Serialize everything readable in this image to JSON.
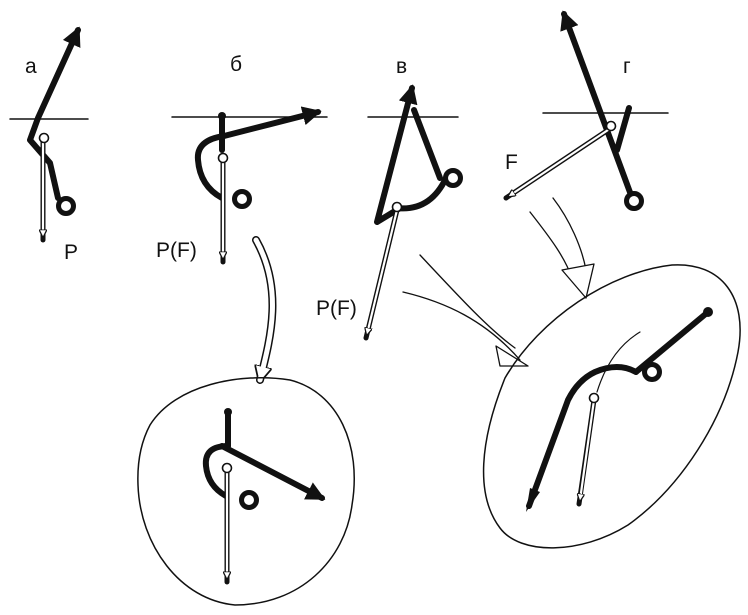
{
  "panels": {
    "a": {
      "label": "а",
      "force": "P"
    },
    "b": {
      "label": "б",
      "force": "P(F)"
    },
    "v": {
      "label": "в",
      "force": "P(F)"
    },
    "g": {
      "label": "г",
      "force": "F"
    }
  },
  "colors": {
    "ink": "#111111",
    "background": "#ffffff"
  }
}
